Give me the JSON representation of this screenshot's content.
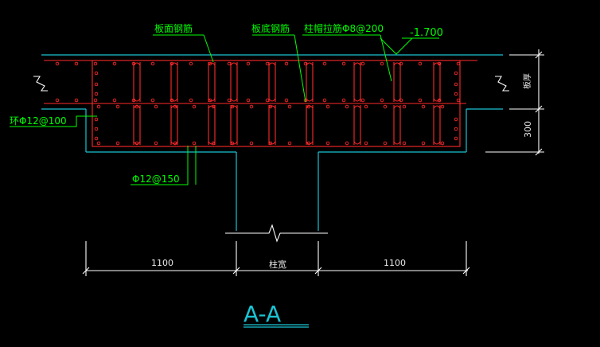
{
  "labels": {
    "top_rebar": "板面钢筋",
    "bottom_rebar": "板底钢筋",
    "tie_rebar": "柱帽拉筋Φ8@200",
    "elevation": "-1.700",
    "thickness": "板厚",
    "height_300": "300",
    "ring_rebar": "环Φ12@100",
    "rebar_150": "Φ12@150",
    "dim_left": "1100",
    "dim_mid": "柱宽",
    "dim_right": "1100",
    "section": "A-A"
  },
  "colors": {
    "concrete_outline": "#19c4d4",
    "rebar": "#ff2a2a",
    "annotation": "#00ff00",
    "dimension": "#ffffff"
  }
}
